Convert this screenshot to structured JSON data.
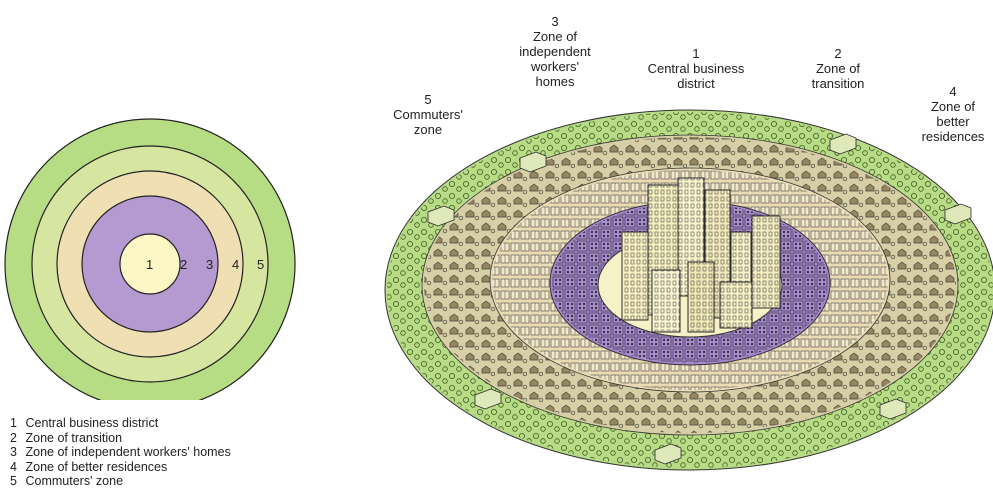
{
  "rings": [
    {
      "number": "1",
      "name": "Central business district",
      "color": "#fdf7c5"
    },
    {
      "number": "2",
      "name": "Zone of transition",
      "color": "#b49ad0"
    },
    {
      "number": "3",
      "name": "Zone of independent workers' homes",
      "color": "#f1dfb4"
    },
    {
      "number": "4",
      "name": "Zone of better residences",
      "color": "#d6e6a0"
    },
    {
      "number": "5",
      "name": "Commuters' zone",
      "color": "#b6dc84"
    }
  ],
  "city_labels": {
    "cbd": {
      "number": "1",
      "line1": "Central business",
      "line2": "district"
    },
    "transition": {
      "number": "2",
      "line1": "Zone of",
      "line2": "transition"
    },
    "workers": {
      "number": "3",
      "line1": "Zone of",
      "line2": "independent",
      "line3": "workers'",
      "line4": "homes"
    },
    "better": {
      "number": "4",
      "line1": "Zone of",
      "line2": "better",
      "line3": "residences"
    },
    "commuters": {
      "number": "5",
      "line1": "Commuters'",
      "line2": "zone"
    }
  }
}
